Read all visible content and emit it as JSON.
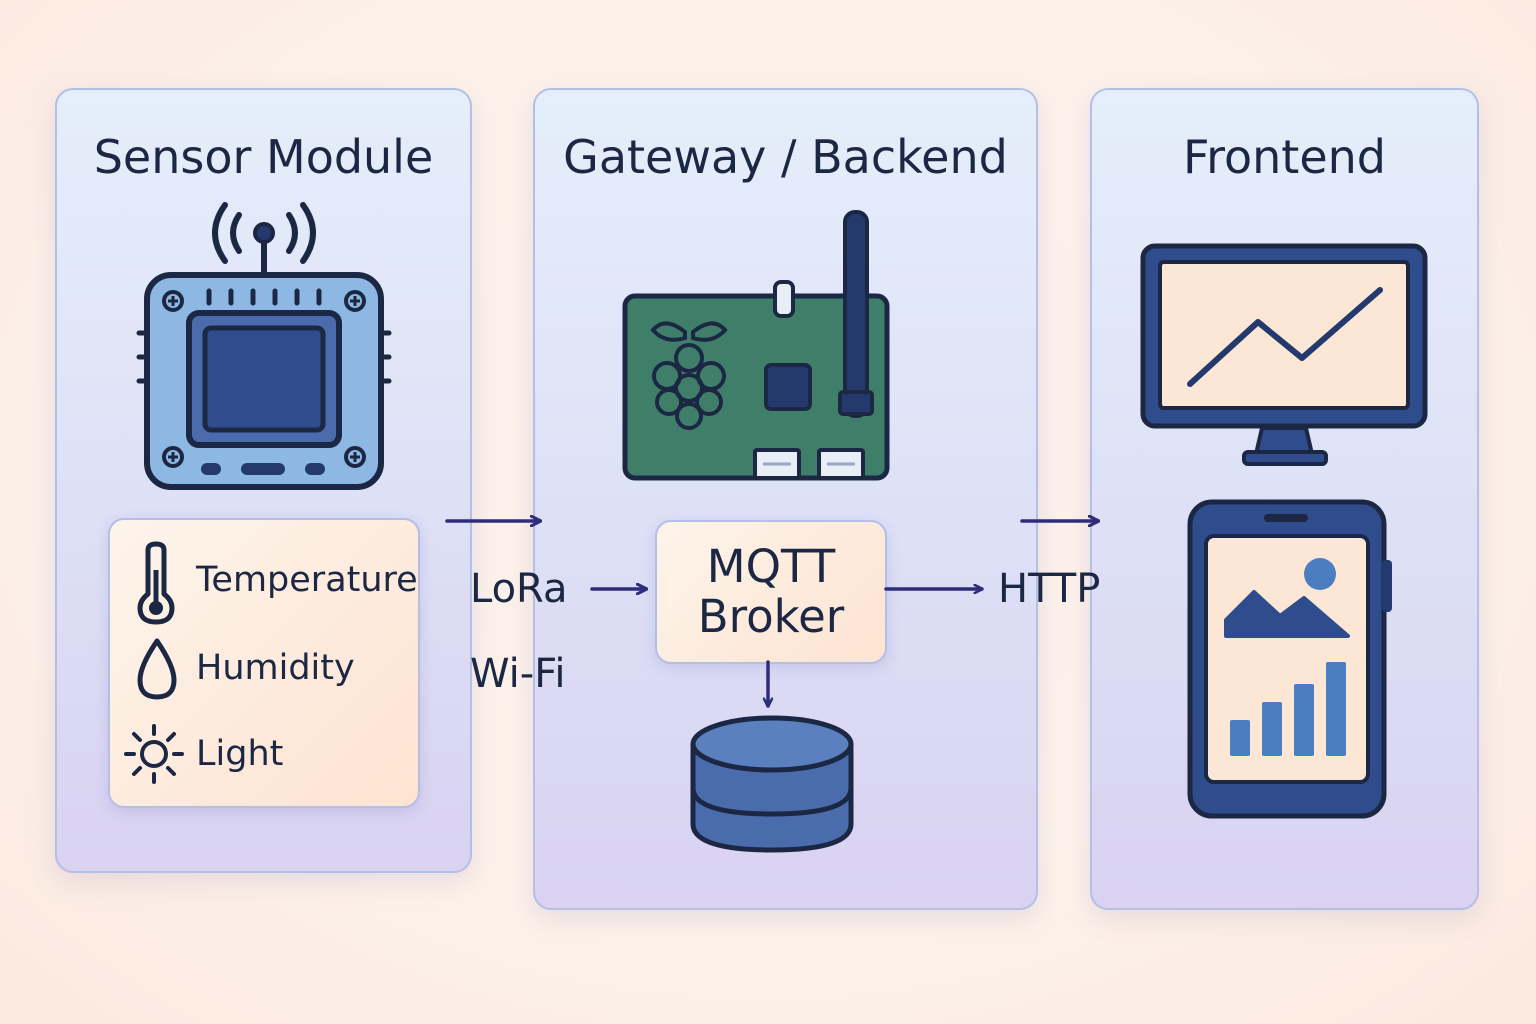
{
  "panels": {
    "sensor_module": {
      "title": "Sensor Module",
      "sensors": [
        {
          "label": "Temperature",
          "icon": "thermometer-icon"
        },
        {
          "label": "Humidity",
          "icon": "droplet-icon"
        },
        {
          "label": "Light",
          "icon": "sun-icon"
        }
      ]
    },
    "gateway_backend": {
      "title": "Gateway / Backend",
      "broker_line1": "MQTT",
      "broker_line2": "Broker"
    },
    "frontend": {
      "title": "Frontend"
    }
  },
  "connections": {
    "lora": "LoRa",
    "wifi": "Wi-Fi",
    "http": "HTTP"
  },
  "icons": {
    "sensor_board": "microcontroller-board-icon",
    "raspberry_pi": "raspberry-pi-board-icon",
    "database": "database-icon",
    "monitor": "monitor-line-chart-icon",
    "phone": "smartphone-dashboard-icon"
  },
  "colors": {
    "navy": "#243a6e",
    "outline": "#1c2744",
    "accent_blue": "#4a7ec0",
    "board_green": "#3f7f6a",
    "arrow": "#2f2d7a",
    "card_peach": "#fde3d2",
    "panel_border": "#b4bfe6"
  }
}
